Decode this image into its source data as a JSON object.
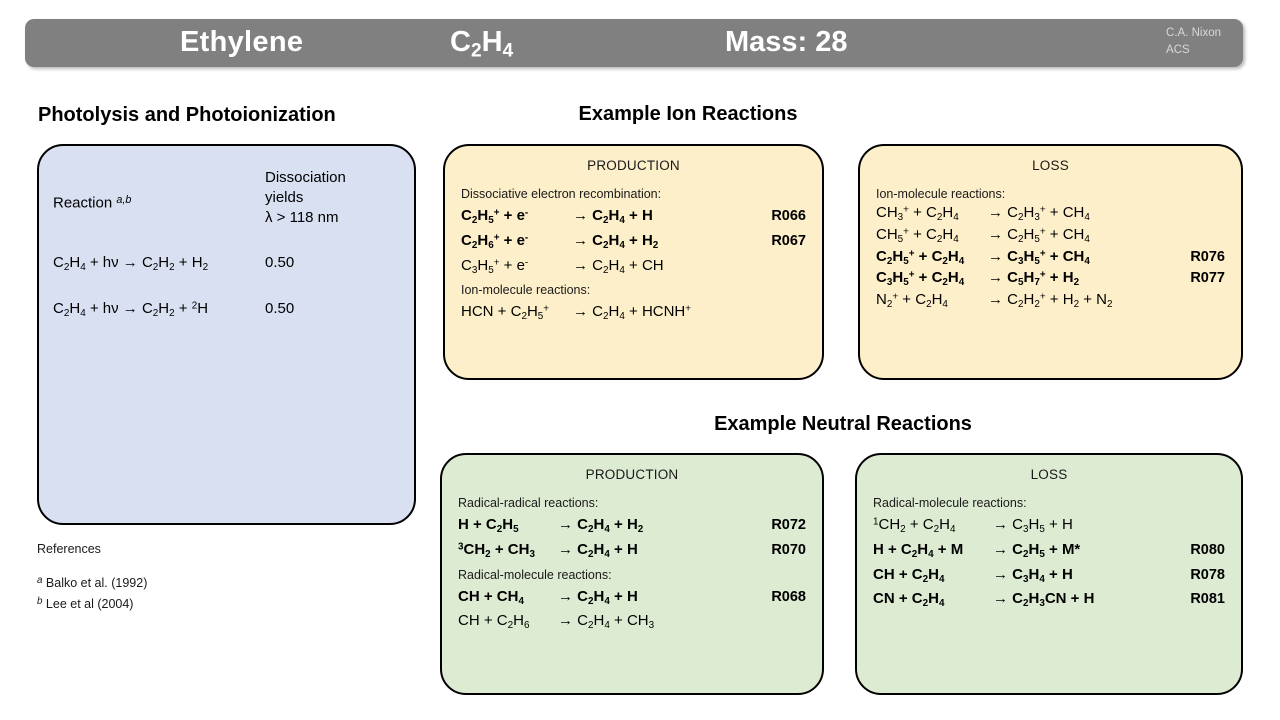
{
  "header": {
    "title": "Ethylene",
    "formula_parts": [
      {
        "t": "C"
      },
      {
        "t": "2",
        "sub": true
      },
      {
        "t": "H"
      },
      {
        "t": "4",
        "sub": true
      }
    ],
    "formula_plain": "C2H4",
    "mass_label": "Mass: 28",
    "credit_line1": "C.A. Nixon",
    "credit_line2": "ACS",
    "bar_color": "#808080",
    "text_color": "#ffffff"
  },
  "sections": {
    "photolysis_heading": "Photolysis and Photoionization",
    "ion_heading": "Example Ion Reactions",
    "neutral_heading": "Example Neutral Reactions"
  },
  "photolysis": {
    "panel_color": "#D9E0F2",
    "col1_header": "Reaction",
    "col1_header_refs": "a,b",
    "col2_header_line1": "Dissociation",
    "col2_header_line2": "yields",
    "col2_header_line3": "λ > 118 nm",
    "rows": [
      {
        "reaction": "C2H4 + hν → C2H2 + H2",
        "yield": "0.50"
      },
      {
        "reaction": "C2H4 + hν → C2H2 + 2H",
        "yield": "0.50"
      }
    ]
  },
  "references": {
    "title": "References",
    "items": [
      {
        "marker": "a",
        "text": "Balko et al.  (1992)"
      },
      {
        "marker": "b",
        "text": "Lee et al (2004)"
      }
    ]
  },
  "ion_production": {
    "panel_color": "#FCEFC9",
    "title": "PRODUCTION",
    "groups": [
      {
        "label": "Dissociative electron recombination:",
        "reactions": [
          {
            "lhs": "C2H5+ + e-",
            "rhs": "→ C2H4 + H",
            "code": "R066",
            "bold": true
          },
          {
            "lhs": "C2H6+ + e-",
            "rhs": "→ C2H4 + H2",
            "code": "R067",
            "bold": true
          },
          {
            "lhs": "C3H5+ + e-",
            "rhs": "→ C2H4 + CH",
            "code": "",
            "bold": false
          }
        ]
      },
      {
        "label": "Ion-molecule reactions:",
        "reactions": [
          {
            "lhs": "HCN + C2H5+",
            "rhs": "→ C2H4 + HCNH+",
            "code": "",
            "bold": false
          }
        ]
      }
    ]
  },
  "ion_loss": {
    "panel_color": "#FCEFC9",
    "title": "LOSS",
    "groups": [
      {
        "label": "Ion-molecule reactions:",
        "reactions": [
          {
            "lhs": "CH3+ + C2H4",
            "rhs": "→ C2H3+ + CH4",
            "code": "",
            "bold": false
          },
          {
            "lhs": "CH5+ + C2H4",
            "rhs": "→ C2H5+ + CH4",
            "code": "",
            "bold": false
          },
          {
            "lhs": "C2H5+ + C2H4",
            "rhs": "→ C3H5+ + CH4",
            "code": "R076",
            "bold": true
          },
          {
            "lhs": "C3H5+ + C2H4",
            "rhs": "→ C5H7+ + H2",
            "code": "R077",
            "bold": true
          },
          {
            "lhs": "N2+ + C2H4",
            "rhs": "→ C2H2+ + H2 + N2",
            "code": "",
            "bold": false
          }
        ]
      }
    ]
  },
  "neutral_production": {
    "panel_color": "#DDEBD3",
    "title": "PRODUCTION",
    "groups": [
      {
        "label": "Radical-radical reactions:",
        "reactions": [
          {
            "lhs": "H + C2H5",
            "rhs": "→ C2H4 + H2",
            "code": "R072",
            "bold": true
          },
          {
            "lhs": "3CH2 + CH3",
            "rhs": "→ C2H4 + H",
            "code": "R070",
            "bold": true
          }
        ]
      },
      {
        "label": "Radical-molecule reactions:",
        "reactions": [
          {
            "lhs": "CH + CH4",
            "rhs": "→ C2H4 + H",
            "code": "R068",
            "bold": true
          },
          {
            "lhs": "CH + C2H6",
            "rhs": "→ C2H4 + CH3",
            "code": "",
            "bold": false
          }
        ]
      }
    ]
  },
  "neutral_loss": {
    "panel_color": "#DDEBD3",
    "title": "LOSS",
    "groups": [
      {
        "label": "Radical-molecule reactions:",
        "reactions": [
          {
            "lhs": "1CH2 + C2H4",
            "rhs": "→ C3H5 + H",
            "code": "",
            "bold": false
          },
          {
            "lhs": "H + C2H4 + M",
            "rhs": "→ C2H5 + M*",
            "code": "R080",
            "bold": true
          },
          {
            "lhs": "CH + C2H4",
            "rhs": "→ C3H4 + H",
            "code": "R078",
            "bold": true
          },
          {
            "lhs": "CN + C2H4",
            "rhs": "→ C2H3CN + H",
            "code": "R081",
            "bold": true
          }
        ]
      }
    ]
  }
}
